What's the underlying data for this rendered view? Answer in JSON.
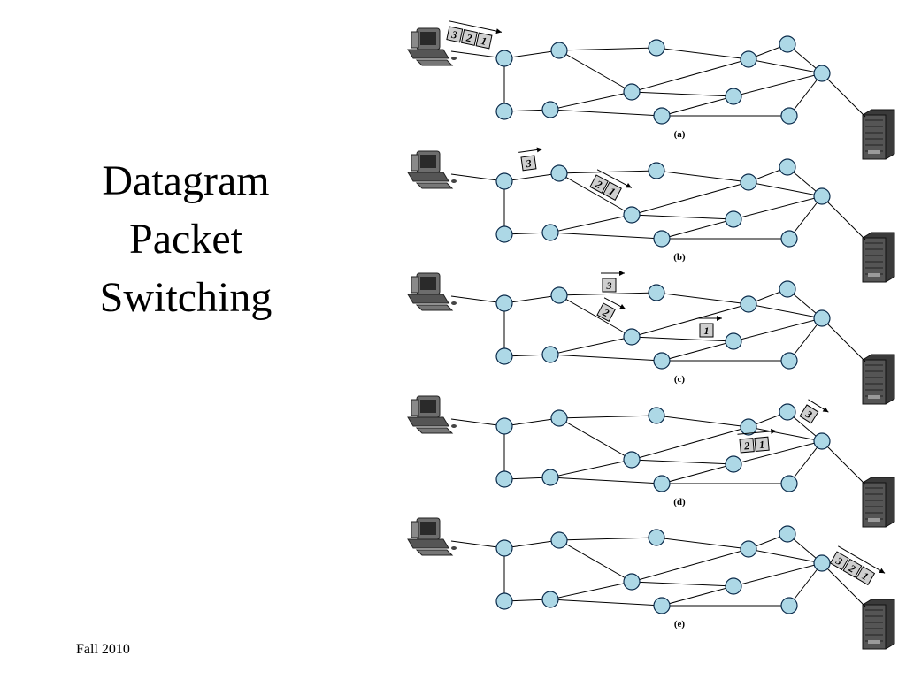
{
  "slide": {
    "title_lines": [
      "Datagram",
      "Packet",
      "Switching"
    ],
    "footer": "Fall 2010"
  },
  "diagram": {
    "node_color": "#add8e6",
    "node_stroke": "#0a2a4a",
    "packet_fill": "#cfcfcf",
    "panels": [
      {
        "caption": "(a)",
        "packets": [
          {
            "group": [
              "3",
              "2",
              "1"
            ],
            "at": "source"
          }
        ]
      },
      {
        "caption": "(b)",
        "packets": [
          {
            "group": [
              "3"
            ],
            "at": "entry-upper"
          },
          {
            "group": [
              "2",
              "1"
            ],
            "at": "entry-lower"
          }
        ]
      },
      {
        "caption": "(c)",
        "packets": [
          {
            "group": [
              "3"
            ],
            "at": "upper"
          },
          {
            "group": [
              "2"
            ],
            "at": "diagonal"
          },
          {
            "group": [
              "1"
            ],
            "at": "middle"
          }
        ]
      },
      {
        "caption": "(d)",
        "packets": [
          {
            "group": [
              "3"
            ],
            "at": "exit-upper"
          },
          {
            "group": [
              "2",
              "1"
            ],
            "at": "exit-lower"
          }
        ]
      },
      {
        "caption": "(e)",
        "packets": [
          {
            "group": [
              "3",
              "2",
              "1"
            ],
            "at": "destination"
          }
        ]
      }
    ]
  }
}
